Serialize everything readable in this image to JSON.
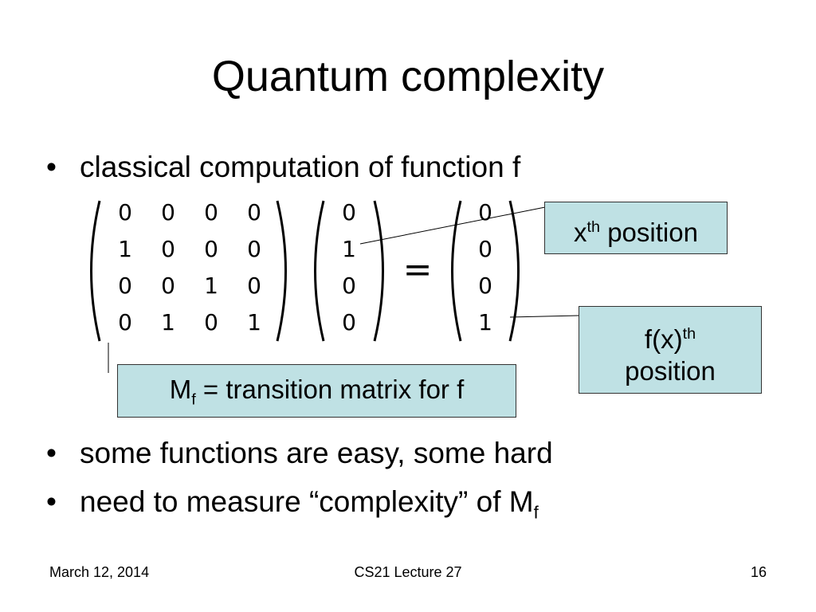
{
  "slide": {
    "title": "Quantum complexity",
    "bullets": [
      "classical computation of function f",
      "some functions are easy, some hard",
      "need to measure “complexity” of M"
    ],
    "bullet3_subscript": "f",
    "matrix": {
      "rows": [
        [
          "0",
          "0",
          "0",
          "0"
        ],
        [
          "1",
          "0",
          "0",
          "0"
        ],
        [
          "0",
          "0",
          "1",
          "0"
        ],
        [
          "0",
          "1",
          "0",
          "1"
        ]
      ],
      "vector_in": [
        "0",
        "1",
        "0",
        "0"
      ],
      "vector_out": [
        "0",
        "0",
        "0",
        "1"
      ],
      "equals": "="
    },
    "callouts": {
      "x_position": {
        "base": "x",
        "sup": "th",
        "text": " position"
      },
      "fx_position": {
        "base": "f(x)",
        "sup": "th",
        "line2": "position"
      },
      "transition": {
        "base": "M",
        "sub": "f",
        "text": " = transition matrix for f"
      }
    },
    "footer": {
      "date": "March 12, 2014",
      "course": "CS21 Lecture 27",
      "page": "16"
    }
  },
  "colors": {
    "callout_fill": "#bfe1e4",
    "text": "#000000",
    "background": "#ffffff"
  }
}
